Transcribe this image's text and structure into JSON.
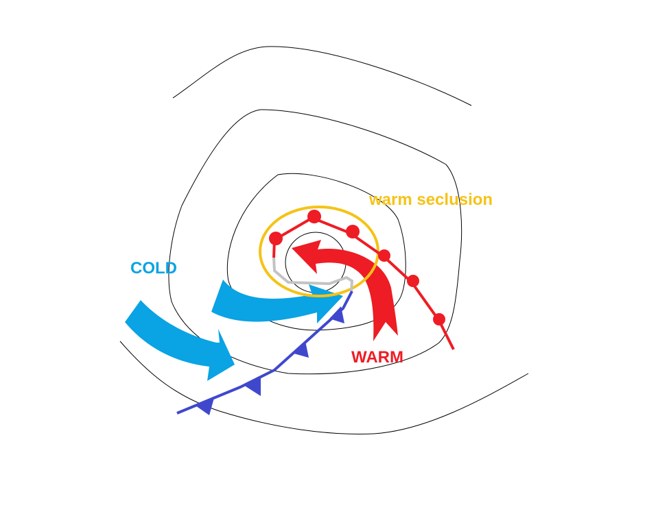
{
  "labels": {
    "cold": "COLD",
    "warm": "WARM",
    "seclusion": "warm seclusion"
  },
  "colors": {
    "cold": "#0aa3e4",
    "warm": "#ee1c24",
    "seclusion": "#f5c316",
    "cold_front": "#3f48cc",
    "occlusion": "#c3c3c3",
    "isobar": "#000000"
  }
}
